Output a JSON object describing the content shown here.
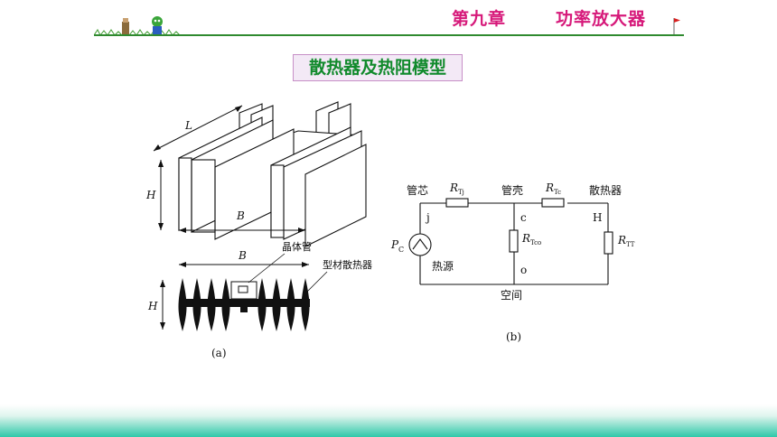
{
  "header": {
    "chapter": "第九章",
    "subject": "功率放大器"
  },
  "title": "散热器及热阻模型",
  "figure_a": {
    "dim_L": "L",
    "dim_H_top": "H",
    "dim_B_top": "B",
    "dim_B_bottom": "B",
    "dim_H_bottom": "H",
    "label_transistor": "晶体管",
    "label_heatsink": "型材散热器",
    "caption": "(a)"
  },
  "figure_b": {
    "junction": "管芯",
    "case": "管壳",
    "heatsink": "散热器",
    "node_j": "j",
    "node_c": "c",
    "node_H": "H",
    "node_o": "o",
    "source_main": "P",
    "source_sub": "C",
    "heat_source": "热源",
    "ambient": "空间",
    "R_main": "R",
    "R_Tj_sub": "Tj",
    "R_Tc_sub": "Tc",
    "R_Tco_sub": "Tco",
    "R_TT_sub": "TT",
    "caption": "(b)"
  },
  "colors": {
    "title_magenta": "#d6197a",
    "title_green": "#118a2c",
    "footer_teal": "#2ec8a9"
  }
}
